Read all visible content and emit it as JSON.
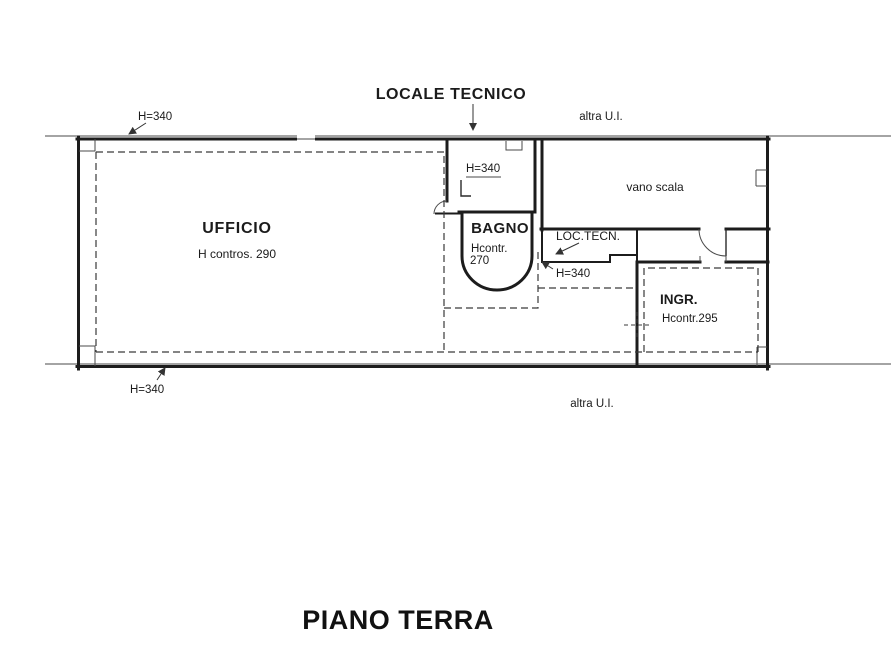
{
  "title": "PIANO TERRA",
  "colors": {
    "ink": "#1c1c1c",
    "background": "#ffffff"
  },
  "adjacent_units": {
    "top": "altra U.I.",
    "bottom": "altra U.I."
  },
  "dimensions": {
    "h340_top_left": "H=340",
    "h340_bottom_left": "H=340"
  },
  "rooms": {
    "ufficio": {
      "label": "UFFICIO",
      "ceiling": "H contros. 290"
    },
    "locale_tecnico": {
      "label": "LOCALE TECNICO",
      "height": "H=340"
    },
    "bagno": {
      "label": "BAGNO",
      "ceiling_line1": "Hcontr.",
      "ceiling_line2": "270"
    },
    "loc_tecn": {
      "label": "LOC.TECN.",
      "height": "H=340"
    },
    "vano_scala": {
      "label": "vano scala"
    },
    "ingresso": {
      "label": "INGR.",
      "ceiling": "Hcontr.295"
    }
  }
}
